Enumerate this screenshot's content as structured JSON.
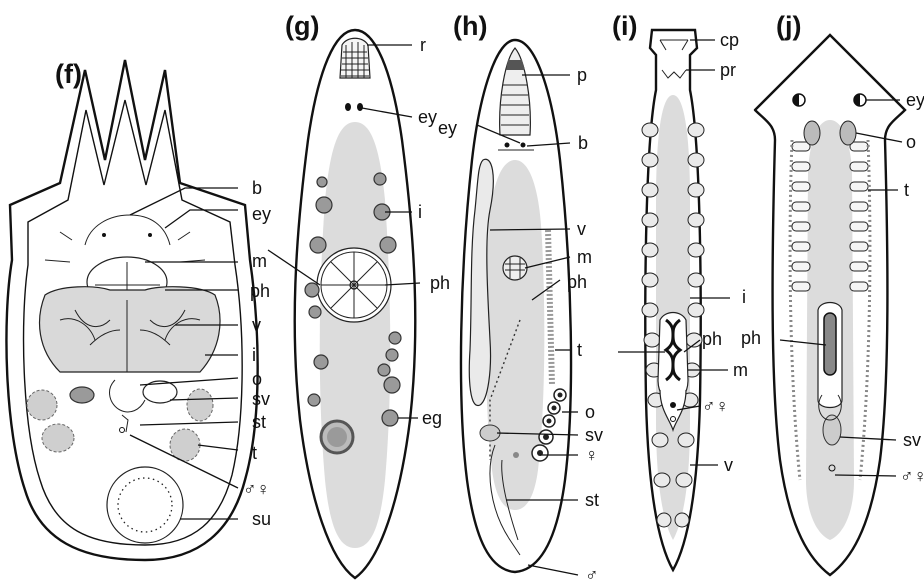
{
  "panels": {
    "f": {
      "title": "(f)",
      "labels": [
        "b",
        "ey",
        "m",
        "ph",
        "v",
        "i",
        "o",
        "sv",
        "st",
        "t",
        "♂♀",
        "su"
      ]
    },
    "g": {
      "title": "(g)",
      "labels": [
        "r",
        "ey",
        "i",
        "ph",
        "eg"
      ]
    },
    "h": {
      "title": "(h)",
      "labels": [
        "p",
        "b",
        "ey",
        "v",
        "m",
        "ph",
        "t",
        "o",
        "sv",
        "♀",
        "st",
        "♂"
      ]
    },
    "i": {
      "title": "(i)",
      "labels": [
        "cp",
        "pr",
        "i",
        "ph",
        "m",
        "♂♀",
        "v"
      ]
    },
    "j": {
      "title": "(j)",
      "labels": [
        "ey",
        "o",
        "t",
        "ph",
        "sv",
        "♂♀"
      ]
    }
  },
  "colors": {
    "line": "#111111",
    "gut": "#d9d9d9",
    "organ": "#9a9a9a"
  }
}
